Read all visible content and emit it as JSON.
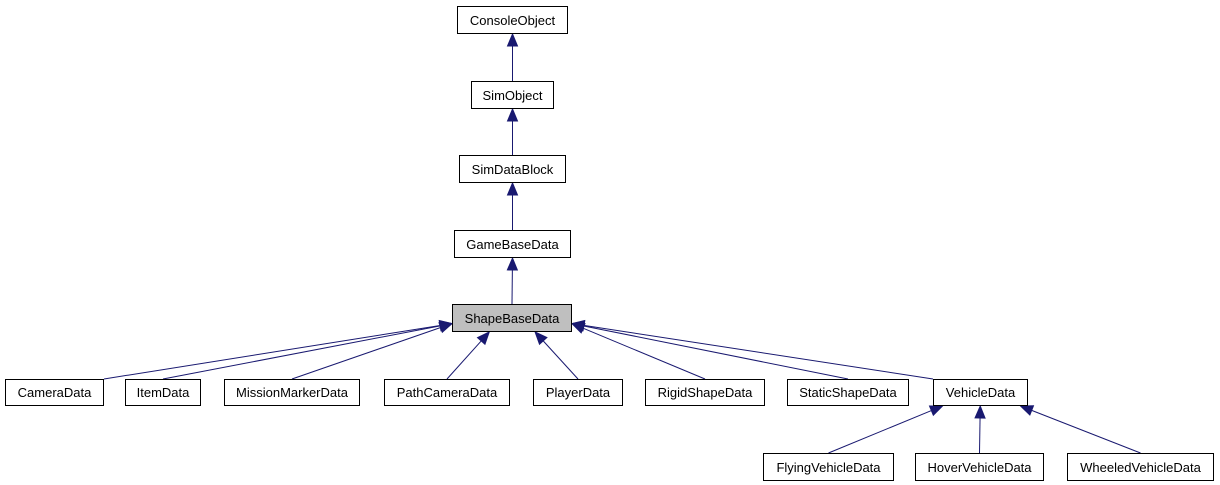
{
  "diagram": {
    "type": "inheritance-graph",
    "edge_color": "#191970",
    "current_fill": "#bfbfbf",
    "nodes": [
      {
        "id": "ConsoleObject",
        "label": "ConsoleObject"
      },
      {
        "id": "SimObject",
        "label": "SimObject"
      },
      {
        "id": "SimDataBlock",
        "label": "SimDataBlock"
      },
      {
        "id": "GameBaseData",
        "label": "GameBaseData"
      },
      {
        "id": "ShapeBaseData",
        "label": "ShapeBaseData",
        "current": true
      },
      {
        "id": "CameraData",
        "label": "CameraData"
      },
      {
        "id": "ItemData",
        "label": "ItemData"
      },
      {
        "id": "MissionMarkerData",
        "label": "MissionMarkerData"
      },
      {
        "id": "PathCameraData",
        "label": "PathCameraData"
      },
      {
        "id": "PlayerData",
        "label": "PlayerData"
      },
      {
        "id": "RigidShapeData",
        "label": "RigidShapeData"
      },
      {
        "id": "StaticShapeData",
        "label": "StaticShapeData"
      },
      {
        "id": "VehicleData",
        "label": "VehicleData"
      },
      {
        "id": "FlyingVehicleData",
        "label": "FlyingVehicleData"
      },
      {
        "id": "HoverVehicleData",
        "label": "HoverVehicleData"
      },
      {
        "id": "WheeledVehicleData",
        "label": "WheeledVehicleData"
      }
    ],
    "edges": [
      {
        "from": "SimObject",
        "to": "ConsoleObject"
      },
      {
        "from": "SimDataBlock",
        "to": "SimObject"
      },
      {
        "from": "GameBaseData",
        "to": "SimDataBlock"
      },
      {
        "from": "ShapeBaseData",
        "to": "GameBaseData"
      },
      {
        "from": "CameraData",
        "to": "ShapeBaseData"
      },
      {
        "from": "ItemData",
        "to": "ShapeBaseData"
      },
      {
        "from": "MissionMarkerData",
        "to": "ShapeBaseData"
      },
      {
        "from": "PathCameraData",
        "to": "ShapeBaseData"
      },
      {
        "from": "PlayerData",
        "to": "ShapeBaseData"
      },
      {
        "from": "RigidShapeData",
        "to": "ShapeBaseData"
      },
      {
        "from": "StaticShapeData",
        "to": "ShapeBaseData"
      },
      {
        "from": "VehicleData",
        "to": "ShapeBaseData"
      },
      {
        "from": "FlyingVehicleData",
        "to": "VehicleData"
      },
      {
        "from": "HoverVehicleData",
        "to": "VehicleData"
      },
      {
        "from": "WheeledVehicleData",
        "to": "VehicleData"
      }
    ]
  }
}
